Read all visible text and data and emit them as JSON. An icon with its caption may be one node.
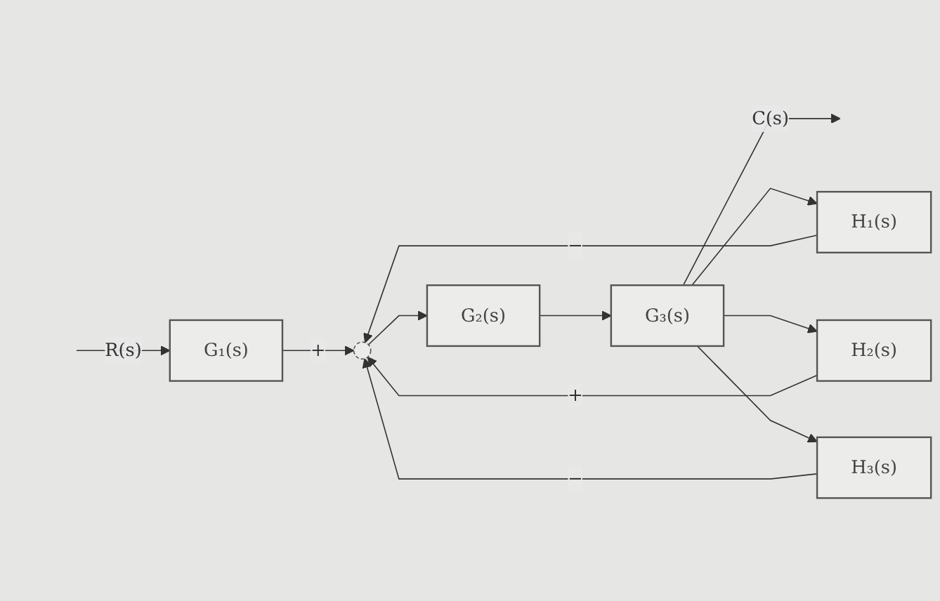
{
  "diagram": {
    "nodes": [
      {
        "text": [
          "G₁(s)"
        ]
      },
      {
        "text": [],
        "shape": "circle"
      },
      {
        "text": [
          "G₂(s)"
        ]
      },
      {
        "text": [
          "G₃(s)"
        ]
      },
      {
        "text": [
          "H₁(s)"
        ]
      },
      {
        "text": [
          "H₂(s)"
        ]
      },
      {
        "text": [
          "H₃(s)"
        ]
      }
    ],
    "edges": [
      {
        "from": null,
        "to": 0,
        "arrow": "to",
        "label": "R(s)"
      },
      {
        "from": 0,
        "to": 1,
        "arrow": "to",
        "label": "+"
      },
      {
        "from": 1,
        "to": 2,
        "arrow": "to"
      },
      {
        "from": 2,
        "to": 3,
        "arrow": "to"
      },
      {
        "from": 3,
        "to": null,
        "arrow": "to",
        "label": "C(s)"
      },
      {
        "from": 3,
        "to": 4,
        "arrow": "to"
      },
      {
        "from": 3,
        "to": 5,
        "arrow": "to"
      },
      {
        "from": 3,
        "to": 6,
        "arrow": "to"
      },
      {
        "from": 4,
        "to": 1,
        "arrow": "to",
        "label": "−"
      },
      {
        "from": 5,
        "to": 1,
        "arrow": "to",
        "label": "+"
      },
      {
        "from": 6,
        "to": 1,
        "arrow": "to",
        "label": "−"
      }
    ]
  }
}
